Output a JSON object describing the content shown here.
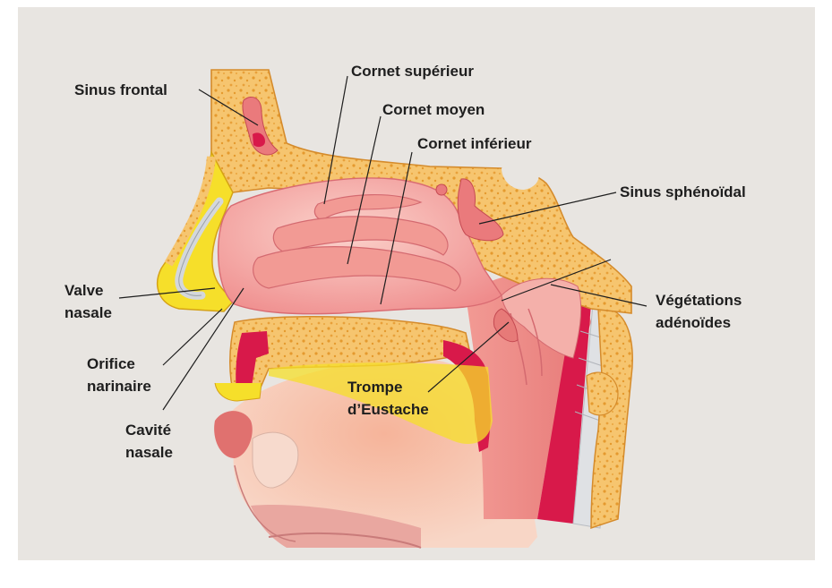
{
  "labels": {
    "sinus_frontal": "Sinus frontal",
    "cornet_superieur": "Cornet supérieur",
    "cornet_moyen": "Cornet moyen",
    "cornet_inferieur": "Cornet inférieur",
    "sinus_sphenoidal": "Sinus sphénoïdal",
    "valve_nasale": [
      "Valve",
      "nasale"
    ],
    "orifice_narinaire": [
      "Orifice",
      "narinaire"
    ],
    "cavite_nasale": [
      "Cavité",
      "nasale"
    ],
    "trompe_eustache": [
      "Trompe",
      "d’Eustache"
    ],
    "vegetations_adenoides": [
      "Végétations",
      "adénoïdes"
    ]
  },
  "colors": {
    "background": "#e8e5e1",
    "bone": "#f6c56f",
    "bone_dots": "#e59a2e",
    "fat_yellow": "#f6df2a",
    "cavity": "#f4a2a0",
    "cavity_light": "#f9d0c9",
    "muscle": "#d8194a",
    "skin": "#f6c9b2",
    "cartilage": "#d4d7db",
    "text": "#1e1e1e"
  }
}
